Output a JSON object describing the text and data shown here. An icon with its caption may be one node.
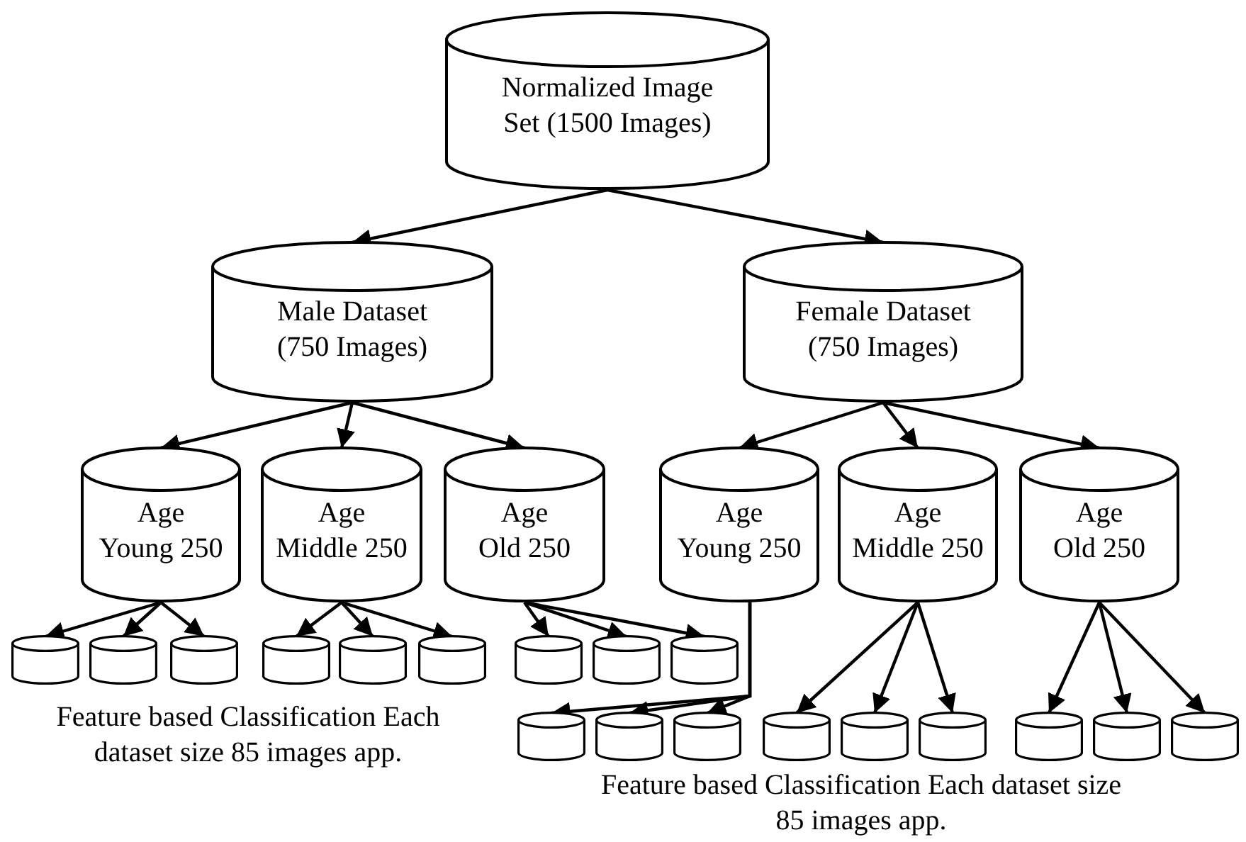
{
  "diagram": {
    "nodes": [
      {
        "text": [
          "Normalized Image Set (1500 Images)"
        ]
      },
      {
        "text": [
          "Male Dataset (750 Images)"
        ]
      },
      {
        "text": [
          "Female Dataset (750 Images)"
        ]
      },
      {
        "text": [
          "Age Young 250"
        ]
      },
      {
        "text": [
          "Age Middle 250"
        ]
      },
      {
        "text": [
          "Age Old 250"
        ]
      },
      {
        "text": [
          "Age Young 250"
        ]
      },
      {
        "text": [
          "Age Middle 250"
        ]
      },
      {
        "text": [
          "Age Old 250"
        ]
      },
      {
        "text": [],
        "shape": "cylinder"
      },
      {
        "text": [],
        "shape": "cylinder"
      },
      {
        "text": [],
        "shape": "cylinder"
      },
      {
        "text": [],
        "shape": "cylinder"
      },
      {
        "text": [],
        "shape": "cylinder"
      },
      {
        "text": [],
        "shape": "cylinder"
      },
      {
        "text": [],
        "shape": "cylinder"
      },
      {
        "text": [],
        "shape": "cylinder"
      },
      {
        "text": [],
        "shape": "cylinder"
      },
      {
        "text": [],
        "shape": "cylinder"
      },
      {
        "text": [],
        "shape": "cylinder"
      },
      {
        "text": [],
        "shape": "cylinder"
      },
      {
        "text": [],
        "shape": "cylinder"
      },
      {
        "text": [],
        "shape": "cylinder"
      },
      {
        "text": [],
        "shape": "cylinder"
      },
      {
        "text": [],
        "shape": "cylinder"
      },
      {
        "text": [],
        "shape": "cylinder"
      },
      {
        "text": [],
        "shape": "cylinder"
      }
    ],
    "edges": [
      {
        "from": 0,
        "to": 1,
        "arrow": "to"
      },
      {
        "from": 0,
        "to": 2,
        "arrow": "to"
      },
      {
        "from": 1,
        "to": 3,
        "arrow": "to"
      },
      {
        "from": 1,
        "to": 4,
        "arrow": "to"
      },
      {
        "from": 1,
        "to": 5,
        "arrow": "to"
      },
      {
        "from": 2,
        "to": 6,
        "arrow": "to"
      },
      {
        "from": 2,
        "to": 7,
        "arrow": "to"
      },
      {
        "from": 2,
        "to": 8,
        "arrow": "to"
      },
      {
        "from": 3,
        "to": 9,
        "arrow": "to"
      },
      {
        "from": 3,
        "to": 10,
        "arrow": "to"
      },
      {
        "from": 3,
        "to": 11,
        "arrow": "to"
      },
      {
        "from": 4,
        "to": 12,
        "arrow": "to"
      },
      {
        "from": 4,
        "to": 13,
        "arrow": "to"
      },
      {
        "from": 4,
        "to": 14,
        "arrow": "to"
      },
      {
        "from": 5,
        "to": 15,
        "arrow": "to"
      },
      {
        "from": 5,
        "to": 16,
        "arrow": "to"
      },
      {
        "from": 5,
        "to": 17,
        "arrow": "to"
      },
      {
        "from": 6,
        "to": 18,
        "arrow": "to"
      },
      {
        "from": 6,
        "to": 19,
        "arrow": "to"
      },
      {
        "from": 6,
        "to": 20,
        "arrow": "to"
      },
      {
        "from": 7,
        "to": 21,
        "arrow": "to"
      },
      {
        "from": 7,
        "to": 22,
        "arrow": "to"
      },
      {
        "from": 7,
        "to": 23,
        "arrow": "to"
      },
      {
        "from": 8,
        "to": 24,
        "arrow": "to"
      },
      {
        "from": 8,
        "to": 25,
        "arrow": "to"
      },
      {
        "from": 8,
        "to": 26,
        "arrow": "to"
      }
    ],
    "labels": [
      "Feature based Classification Each dataset size 85 images app.",
      "Feature based Classification Each dataset size 85 images app."
    ]
  }
}
